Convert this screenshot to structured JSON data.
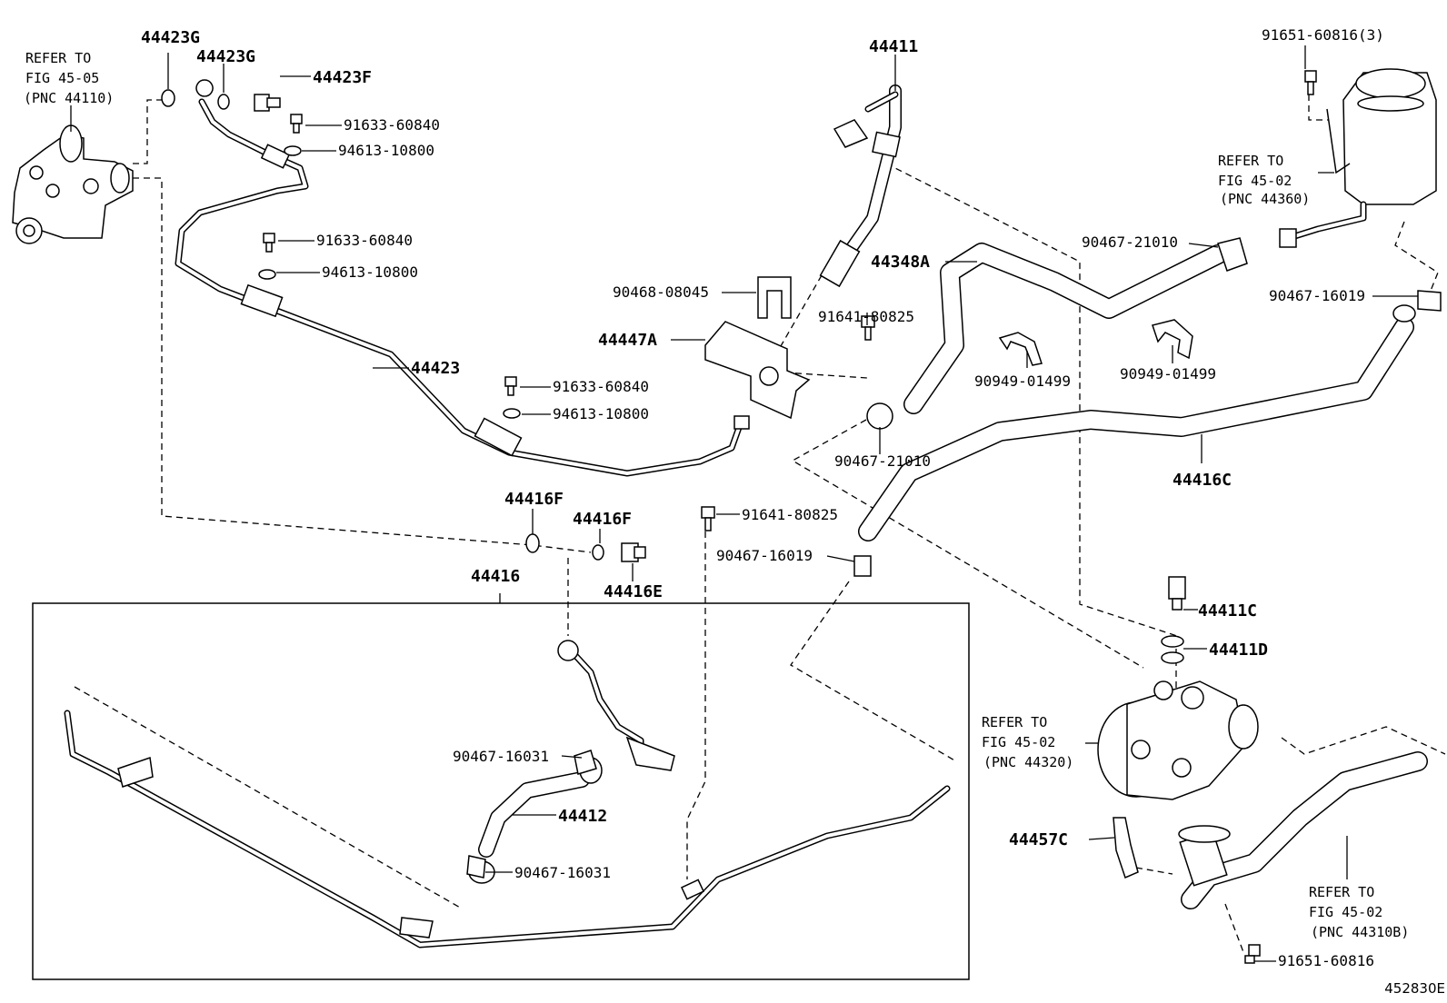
{
  "diagram": {
    "code": "452830E",
    "references": [
      {
        "lines": [
          "REFER TO",
          "FIG 45-05",
          "(PNC 44110)"
        ]
      },
      {
        "lines": [
          "REFER TO",
          "FIG 45-02",
          "(PNC 44360)"
        ]
      },
      {
        "lines": [
          "REFER TO",
          "FIG 45-02",
          "(PNC 44320)"
        ]
      },
      {
        "lines": [
          "REFER TO",
          "FIG 45-02",
          "(PNC 44310B)"
        ]
      }
    ],
    "parts": [
      "44423G",
      "44423G",
      "44423F",
      "91633-60840",
      "94613-10800",
      "91633-60840",
      "94613-10800",
      "44423",
      "91633-60840",
      "94613-10800",
      "44411",
      "90468-08045",
      "44447A",
      "91641-80825",
      "44348A",
      "90949-01499",
      "90467-21010",
      "90949-01499",
      "90467-21010",
      "91651-60816(3)",
      "90467-16019",
      "44416C",
      "44416F",
      "44416F",
      "44416E",
      "91641-80825",
      "90467-16019",
      "44416",
      "44411C",
      "44411D",
      "90467-16031",
      "44412",
      "90467-16031",
      "44457C",
      "91651-60816"
    ]
  }
}
